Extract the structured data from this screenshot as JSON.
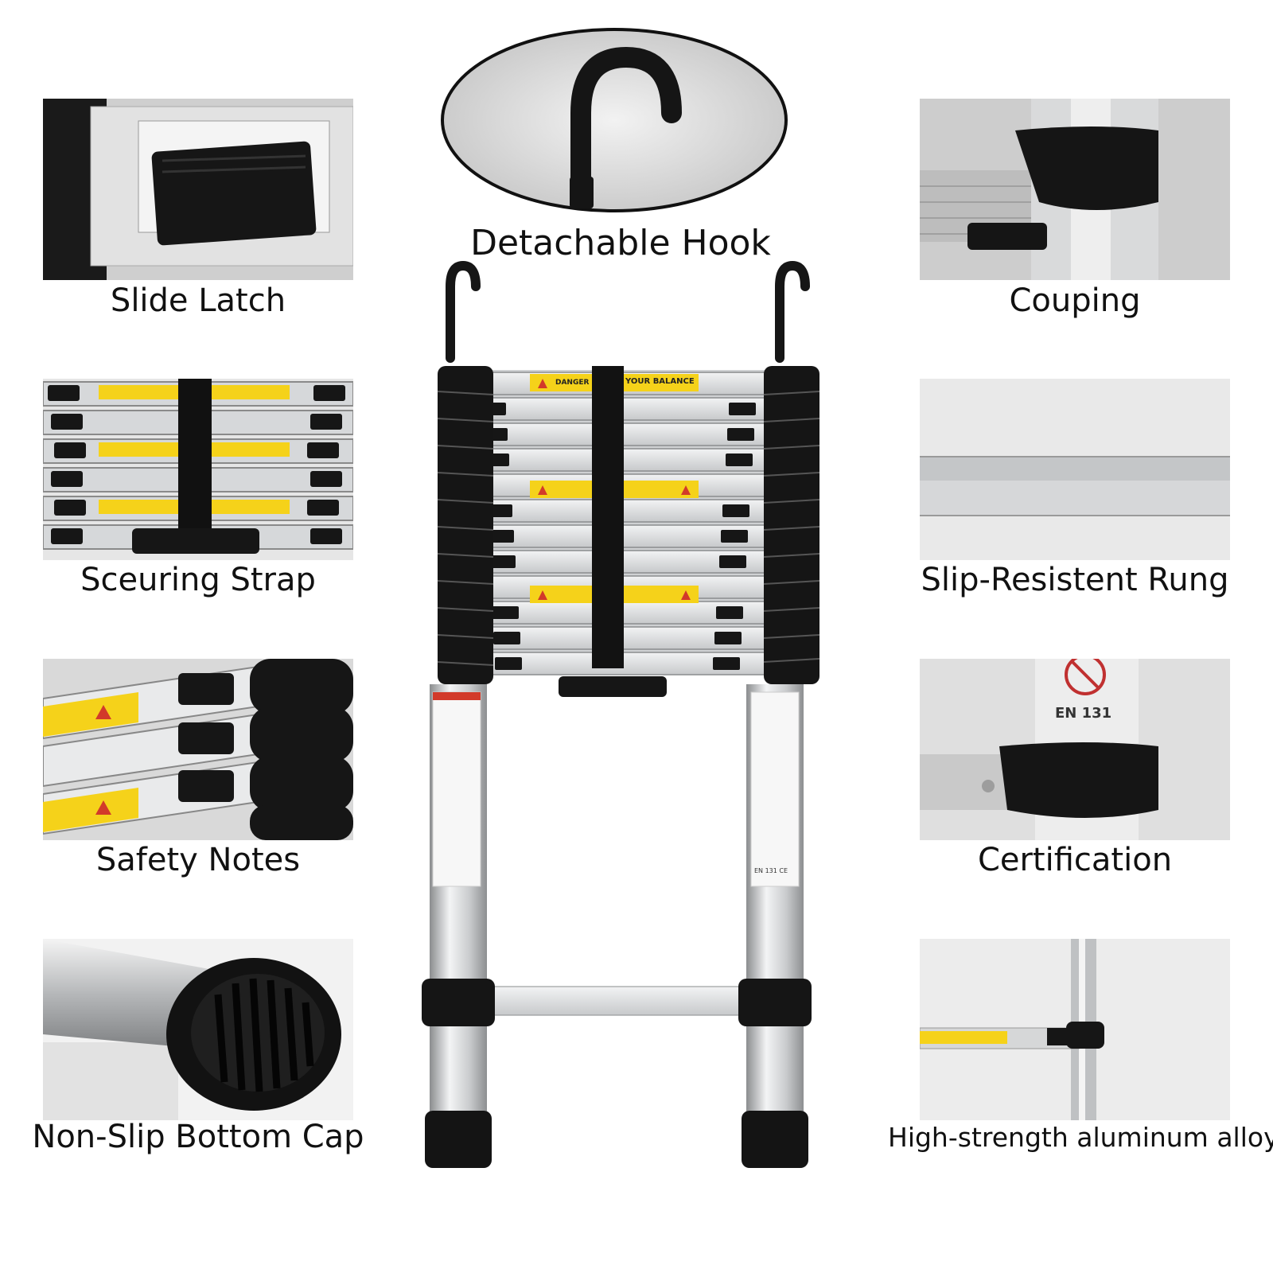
{
  "labels": {
    "detachable_hook": "Detachable Hook",
    "slide_latch": "Slide Latch",
    "securing_strap": "Sceuring Strap",
    "safety_notes": "Safety Notes",
    "bottom_cap": "Non-Slip Bottom Cap",
    "couping": "Couping",
    "rung": "Slip-Resistent Rung",
    "certification": "Certification",
    "alloy": "High-strength aluminum alloy"
  },
  "ladder_label": {
    "danger": "DANGER",
    "balance": "YOUR BALANCE",
    "cert_code": "EN 131",
    "cert_code_ce": "EN 131 CE"
  },
  "colors": {
    "rubber": "#161616",
    "aluminum": "#d4d6d8",
    "warning_yellow": "#f5d21a",
    "warning_red": "#d23a2a"
  }
}
